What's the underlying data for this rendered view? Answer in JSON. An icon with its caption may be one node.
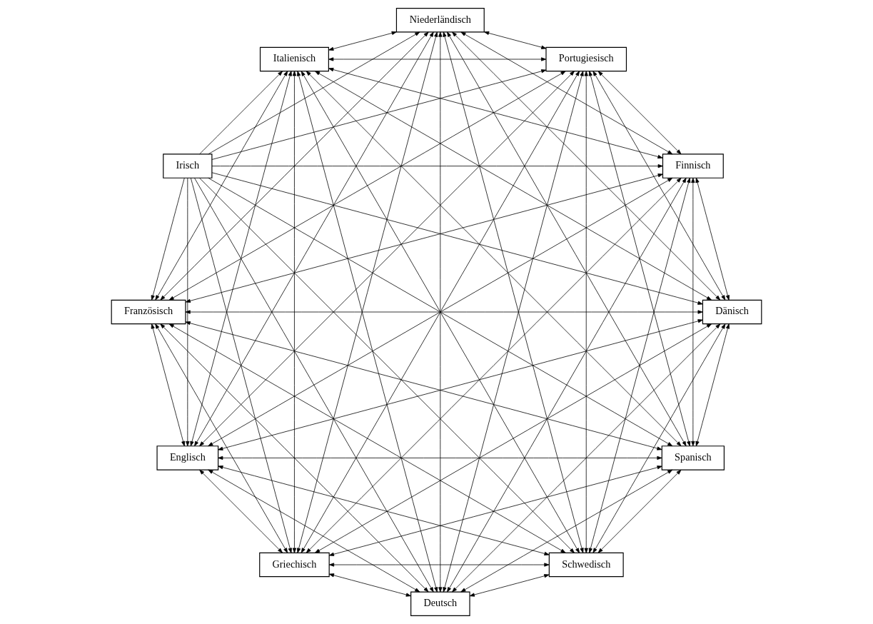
{
  "diagram": {
    "nodes": [
      {
        "text": [
          "Spanisch"
        ]
      },
      {
        "text": [
          "Dänisch"
        ]
      },
      {
        "text": [
          "Deutsch"
        ]
      },
      {
        "text": [
          "Griechisch"
        ]
      },
      {
        "text": [
          "Englisch"
        ]
      },
      {
        "text": [
          "Französisch"
        ]
      },
      {
        "text": [
          "Irisch"
        ]
      },
      {
        "text": [
          "Italienisch"
        ]
      },
      {
        "text": [
          "Niederländisch"
        ]
      },
      {
        "text": [
          "Portugiesisch"
        ]
      },
      {
        "text": [
          "Finnisch"
        ]
      },
      {
        "text": [
          "Schwedisch"
        ]
      }
    ],
    "edges": [
      {
        "from": 0,
        "to": 1,
        "arrow": "both"
      },
      {
        "from": 0,
        "to": 2,
        "arrow": "both"
      },
      {
        "from": 0,
        "to": 3,
        "arrow": "both"
      },
      {
        "from": 0,
        "to": 4,
        "arrow": "both"
      },
      {
        "from": 0,
        "to": 5,
        "arrow": "both"
      },
      {
        "from": 6,
        "to": 0,
        "arrow": "to"
      },
      {
        "from": 0,
        "to": 7,
        "arrow": "both"
      },
      {
        "from": 0,
        "to": 8,
        "arrow": "both"
      },
      {
        "from": 0,
        "to": 9,
        "arrow": "both"
      },
      {
        "from": 0,
        "to": 10,
        "arrow": "both"
      },
      {
        "from": 0,
        "to": 11,
        "arrow": "both"
      },
      {
        "from": 1,
        "to": 2,
        "arrow": "both"
      },
      {
        "from": 1,
        "to": 3,
        "arrow": "both"
      },
      {
        "from": 1,
        "to": 4,
        "arrow": "both"
      },
      {
        "from": 1,
        "to": 5,
        "arrow": "both"
      },
      {
        "from": 6,
        "to": 1,
        "arrow": "to"
      },
      {
        "from": 1,
        "to": 7,
        "arrow": "both"
      },
      {
        "from": 1,
        "to": 8,
        "arrow": "both"
      },
      {
        "from": 1,
        "to": 9,
        "arrow": "both"
      },
      {
        "from": 1,
        "to": 10,
        "arrow": "both"
      },
      {
        "from": 1,
        "to": 11,
        "arrow": "both"
      },
      {
        "from": 2,
        "to": 3,
        "arrow": "both"
      },
      {
        "from": 2,
        "to": 4,
        "arrow": "both"
      },
      {
        "from": 2,
        "to": 5,
        "arrow": "both"
      },
      {
        "from": 6,
        "to": 2,
        "arrow": "to"
      },
      {
        "from": 2,
        "to": 7,
        "arrow": "both"
      },
      {
        "from": 2,
        "to": 8,
        "arrow": "both"
      },
      {
        "from": 2,
        "to": 9,
        "arrow": "both"
      },
      {
        "from": 2,
        "to": 10,
        "arrow": "both"
      },
      {
        "from": 2,
        "to": 11,
        "arrow": "both"
      },
      {
        "from": 3,
        "to": 4,
        "arrow": "both"
      },
      {
        "from": 3,
        "to": 5,
        "arrow": "both"
      },
      {
        "from": 6,
        "to": 3,
        "arrow": "to"
      },
      {
        "from": 3,
        "to": 7,
        "arrow": "both"
      },
      {
        "from": 3,
        "to": 8,
        "arrow": "both"
      },
      {
        "from": 3,
        "to": 9,
        "arrow": "both"
      },
      {
        "from": 3,
        "to": 10,
        "arrow": "both"
      },
      {
        "from": 3,
        "to": 11,
        "arrow": "both"
      },
      {
        "from": 4,
        "to": 5,
        "arrow": "both"
      },
      {
        "from": 6,
        "to": 4,
        "arrow": "to"
      },
      {
        "from": 4,
        "to": 7,
        "arrow": "both"
      },
      {
        "from": 4,
        "to": 8,
        "arrow": "both"
      },
      {
        "from": 4,
        "to": 9,
        "arrow": "both"
      },
      {
        "from": 4,
        "to": 10,
        "arrow": "both"
      },
      {
        "from": 4,
        "to": 11,
        "arrow": "both"
      },
      {
        "from": 6,
        "to": 5,
        "arrow": "to"
      },
      {
        "from": 5,
        "to": 7,
        "arrow": "both"
      },
      {
        "from": 5,
        "to": 8,
        "arrow": "both"
      },
      {
        "from": 5,
        "to": 9,
        "arrow": "both"
      },
      {
        "from": 5,
        "to": 10,
        "arrow": "both"
      },
      {
        "from": 5,
        "to": 11,
        "arrow": "both"
      },
      {
        "from": 6,
        "to": 7,
        "arrow": "to"
      },
      {
        "from": 6,
        "to": 8,
        "arrow": "to"
      },
      {
        "from": 6,
        "to": 9,
        "arrow": "to"
      },
      {
        "from": 6,
        "to": 10,
        "arrow": "to"
      },
      {
        "from": 6,
        "to": 11,
        "arrow": "to"
      },
      {
        "from": 7,
        "to": 8,
        "arrow": "both"
      },
      {
        "from": 7,
        "to": 9,
        "arrow": "both"
      },
      {
        "from": 7,
        "to": 10,
        "arrow": "both"
      },
      {
        "from": 7,
        "to": 11,
        "arrow": "both"
      },
      {
        "from": 8,
        "to": 9,
        "arrow": "both"
      },
      {
        "from": 8,
        "to": 10,
        "arrow": "both"
      },
      {
        "from": 8,
        "to": 11,
        "arrow": "both"
      },
      {
        "from": 9,
        "to": 10,
        "arrow": "both"
      },
      {
        "from": 9,
        "to": 11,
        "arrow": "both"
      },
      {
        "from": 10,
        "to": 11,
        "arrow": "both"
      }
    ]
  }
}
